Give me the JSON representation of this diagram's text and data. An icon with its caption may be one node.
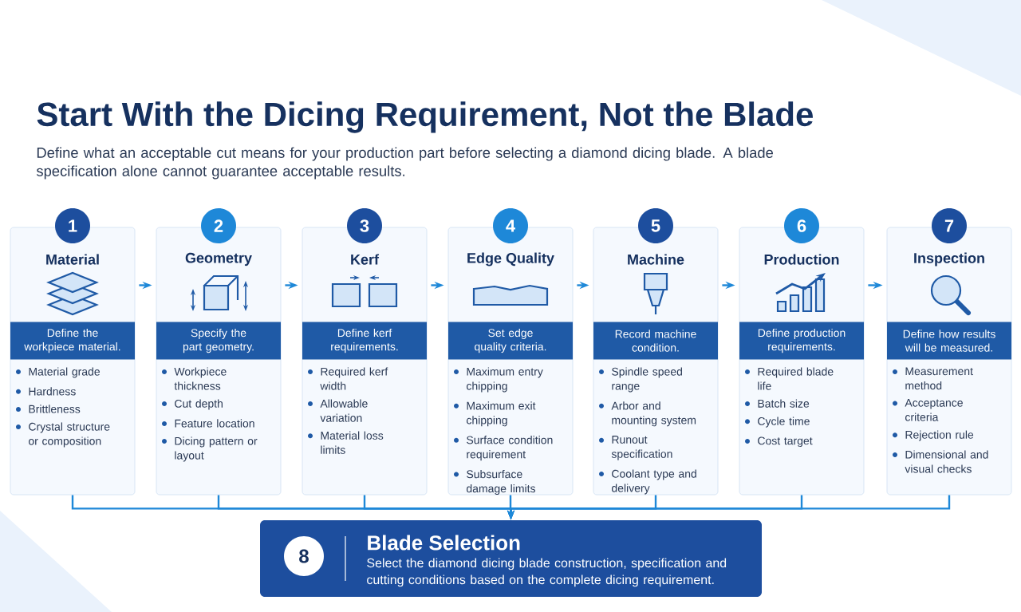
{
  "diagram": {
    "title": "Start With the Dicing Requirement, Not the Blade",
    "nodes": [
      {
        "text": [
          "1",
          "Material",
          "Define the workpiece material.",
          "Material grade",
          "Hardness",
          "Brittleness",
          "Crystal structure or composition"
        ]
      },
      {
        "text": [
          "2",
          "Geometry",
          "Specify the part geometry.",
          "Workpiece thickness",
          "Cut depth",
          "Feature location",
          "Dicing pattern or layout"
        ]
      },
      {
        "text": [
          "3",
          "Kerf",
          "Define kerf requirements.",
          "Required kerf width",
          "Allowable variation",
          "Material loss limits"
        ]
      },
      {
        "text": [
          "4",
          "Edge Quality",
          "Set edge quality criteria.",
          "Maximum entry chipping",
          "Maximum exit chipping",
          "Surface condition requirement",
          "Subsurface damage limits"
        ]
      },
      {
        "text": [
          "5",
          "Machine",
          "Record machine condition.",
          "Spindle speed range",
          "Arbor and mounting system",
          "Runout specification",
          "Coolant type and delivery"
        ]
      },
      {
        "text": [
          "6",
          "Production",
          "Define production requirements.",
          "Required blade life",
          "Batch size",
          "Cycle time",
          "Cost target"
        ]
      },
      {
        "text": [
          "7",
          "Inspection",
          "Define how results will be measured.",
          "Measurement method",
          "Acceptance criteria",
          "Rejection rule",
          "Dimensional and visual checks"
        ]
      },
      {
        "text": [
          "8",
          "Blade Selection",
          "Select the diamond dicing blade construction, specification and cutting conditions based on the complete dicing requirement."
        ]
      }
    ],
    "edges": [
      {
        "from": 0,
        "to": 1,
        "arrow": "to"
      },
      {
        "from": 1,
        "to": 2,
        "arrow": "to"
      },
      {
        "from": 2,
        "to": 3,
        "arrow": "to"
      },
      {
        "from": 3,
        "to": 4,
        "arrow": "to"
      },
      {
        "from": 4,
        "to": 5,
        "arrow": "to"
      },
      {
        "from": 5,
        "to": 6,
        "arrow": "to"
      },
      {
        "from": 0,
        "to": 7,
        "arrow": "to"
      },
      {
        "from": 1,
        "to": 7,
        "arrow": "to"
      },
      {
        "from": 2,
        "to": 7,
        "arrow": "to"
      },
      {
        "from": 3,
        "to": 7,
        "arrow": "to"
      },
      {
        "from": 4,
        "to": 7,
        "arrow": "to"
      },
      {
        "from": 5,
        "to": 7,
        "arrow": "to"
      },
      {
        "from": 6,
        "to": 7,
        "arrow": "to"
      }
    ],
    "labels": [
      "Define what an acceptable cut means for your production part before selecting a diamond dicing blade. A blade specification alone cannot guarantee acceptable results."
    ]
  }
}
